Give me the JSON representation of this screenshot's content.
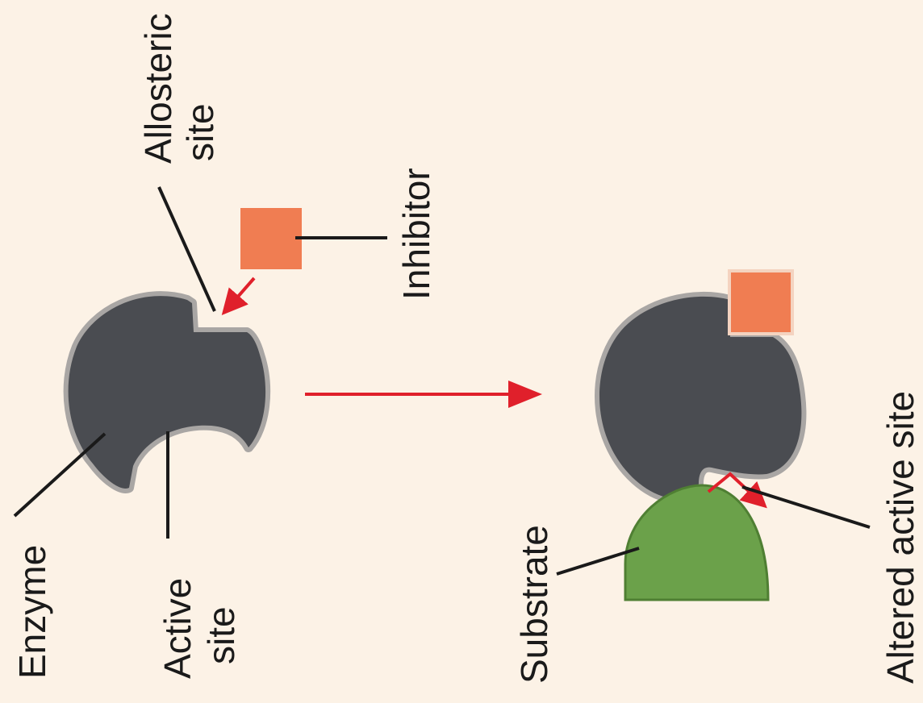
{
  "labels": {
    "enzyme": "Enzyme",
    "active_site_line1": "Active",
    "active_site_line2": "site",
    "allosteric_site_line1": "Allosteric",
    "allosteric_site_line2": "site",
    "inhibitor": "Inhibitor",
    "substrate": "Substrate",
    "altered_active_site": "Altered active site"
  },
  "colors": {
    "background": "#fcf2e6",
    "enzyme": "#4a4c51",
    "enzyme_halo": "#a9a6a4",
    "inhibitor": "#f07d52",
    "substrate": "#6ba14a",
    "arrow": "#e0202b",
    "leader": "#1a1a1a"
  }
}
